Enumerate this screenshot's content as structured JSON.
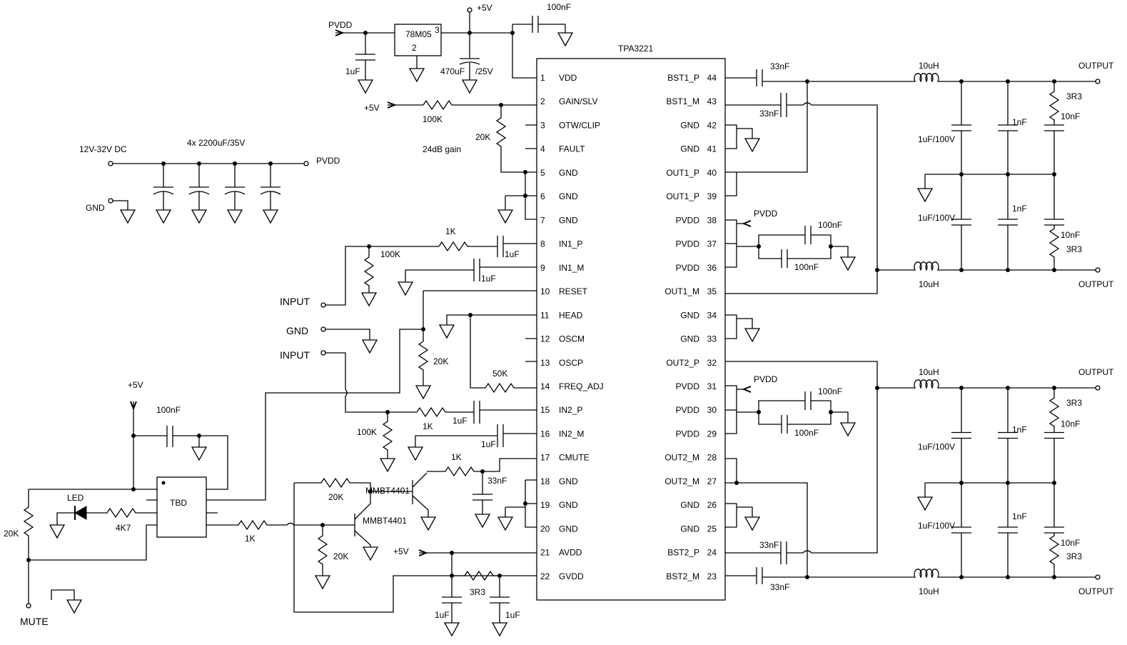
{
  "ic": {
    "name": "TPA3221",
    "left_pins": [
      {
        "num": "1",
        "label": "VDD"
      },
      {
        "num": "2",
        "label": "GAIN/SLV"
      },
      {
        "num": "3",
        "label": "OTW/CLIP"
      },
      {
        "num": "4",
        "label": "FAULT"
      },
      {
        "num": "5",
        "label": "GND"
      },
      {
        "num": "6",
        "label": "GND"
      },
      {
        "num": "7",
        "label": "GND"
      },
      {
        "num": "8",
        "label": "IN1_P"
      },
      {
        "num": "9",
        "label": "IN1_M"
      },
      {
        "num": "10",
        "label": "RESET"
      },
      {
        "num": "11",
        "label": "HEAD"
      },
      {
        "num": "12",
        "label": "OSCM"
      },
      {
        "num": "13",
        "label": "OSCP"
      },
      {
        "num": "14",
        "label": "FREQ_ADJ"
      },
      {
        "num": "15",
        "label": "IN2_P"
      },
      {
        "num": "16",
        "label": "IN2_M"
      },
      {
        "num": "17",
        "label": "CMUTE"
      },
      {
        "num": "18",
        "label": "GND"
      },
      {
        "num": "19",
        "label": "GND"
      },
      {
        "num": "20",
        "label": "GND"
      },
      {
        "num": "21",
        "label": "AVDD"
      },
      {
        "num": "22",
        "label": "GVDD"
      }
    ],
    "right_pins": [
      {
        "num": "44",
        "label": "BST1_P"
      },
      {
        "num": "43",
        "label": "BST1_M"
      },
      {
        "num": "42",
        "label": "GND"
      },
      {
        "num": "41",
        "label": "GND"
      },
      {
        "num": "40",
        "label": "OUT1_P"
      },
      {
        "num": "39",
        "label": "OUT1_P"
      },
      {
        "num": "38",
        "label": "PVDD"
      },
      {
        "num": "37",
        "label": "PVDD"
      },
      {
        "num": "36",
        "label": "PVDD"
      },
      {
        "num": "35",
        "label": "OUT1_M"
      },
      {
        "num": "34",
        "label": "GND"
      },
      {
        "num": "33",
        "label": "GND"
      },
      {
        "num": "32",
        "label": "OUT2_P"
      },
      {
        "num": "31",
        "label": "PVDD"
      },
      {
        "num": "30",
        "label": "PVDD"
      },
      {
        "num": "29",
        "label": "PVDD"
      },
      {
        "num": "28",
        "label": "OUT2_M"
      },
      {
        "num": "27",
        "label": "OUT2_M"
      },
      {
        "num": "26",
        "label": "GND"
      },
      {
        "num": "25",
        "label": "GND"
      },
      {
        "num": "24",
        "label": "BST2_P"
      },
      {
        "num": "23",
        "label": "BST2_M"
      }
    ]
  },
  "labels": {
    "pvdd": "PVDD",
    "plus5v": "+5V",
    "regulator": "78M05",
    "reg_pin2": "2",
    "reg_pin3": "3",
    "cap_100nF": "100nF",
    "cap_1uF": "1uF",
    "cap_470uF": "470uF",
    "cap_25v": "/25V",
    "res_100K": "100K",
    "res_20K": "20K",
    "gain": "24dB gain",
    "supply_in": "12V-32V DC",
    "bulk_caps": "4x 2200uF/35V",
    "gnd": "GND",
    "res_1K": "1K",
    "input": "INPUT",
    "res_50K": "50K",
    "cap_33nF": "33nF",
    "transistor": "MMBT4401",
    "led": "LED",
    "res_4K7": "4K7",
    "tbd": "TBD",
    "mute": "MUTE",
    "res_3R3": "3R3",
    "ind_10uH": "10uH",
    "cap_1nF": "1nF",
    "cap_10nF": "10nF",
    "cap_1uF100V": "1uF/100V",
    "output": "OUTPUT"
  }
}
